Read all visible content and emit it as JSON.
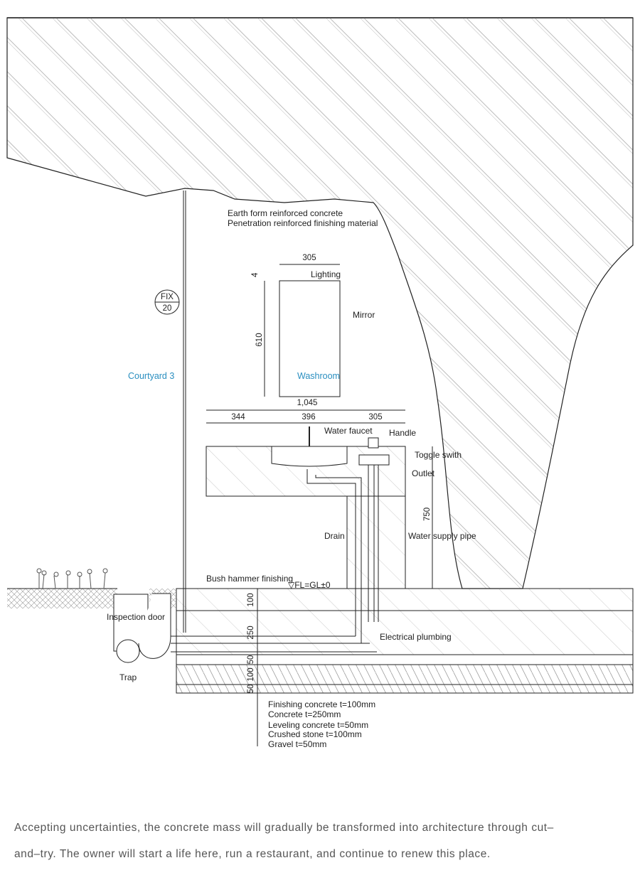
{
  "drawing": {
    "labels": {
      "earth_form": "Earth form reinforced concrete",
      "penetration": "Penetration reinforced finishing material",
      "lighting": "Lighting",
      "mirror": "Mirror",
      "water_faucet": "Water faucet",
      "handle": "Handle",
      "toggle_switch": "Toggle swith",
      "outlet": "Outlet",
      "drain": "Drain",
      "water_supply_pipe": "Water supply pipe",
      "bush_hammer": "Bush hammer finishing",
      "floor_level": "▽FL=GL±0",
      "inspection_door": "Inspection door",
      "trap": "Trap",
      "electrical_plumbing": "Electrical plumbing",
      "courtyard": "Courtyard 3",
      "washroom": "Washroom",
      "fix_top": "FIX",
      "fix_bottom": "20"
    },
    "dimensions": {
      "mirror_width": "305",
      "lighting_height": "4",
      "mirror_height": "610",
      "counter_total": "1,045",
      "counter_left": "344",
      "counter_mid": "396",
      "counter_right": "305",
      "counter_height": "750",
      "layer_1": "100",
      "layer_2": "250",
      "layer_3": "50",
      "layer_4": "100",
      "layer_5": "50"
    },
    "layers": [
      "Finishing concrete t=100mm",
      "Concrete t=250mm",
      "Leveling concrete t=50mm",
      "Crushed stone t=100mm",
      "Gravel t=50mm"
    ]
  },
  "caption": {
    "line1": "Accepting uncertainties, the concrete mass will gradually be transformed into architecture through cut–",
    "line2": "and–try. The owner will start a life here, run a restaurant, and continue to renew this place."
  }
}
